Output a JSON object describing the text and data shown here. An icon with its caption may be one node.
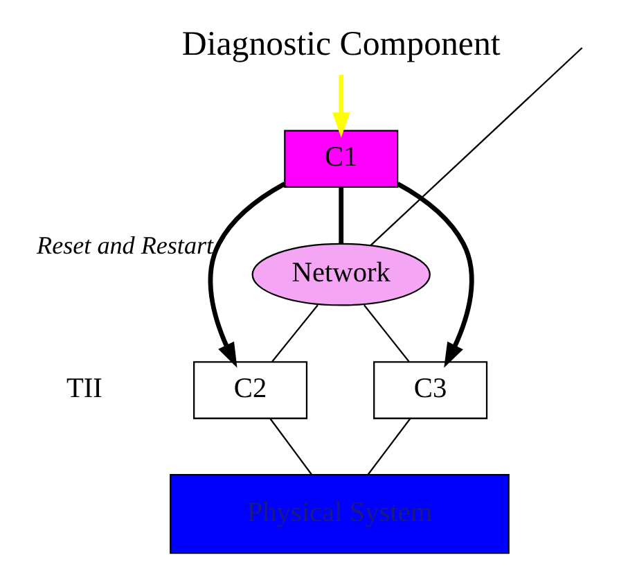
{
  "diagram": {
    "nodes": [
      {
        "text": [
          "Diagnostic Component"
        ]
      },
      {
        "text": [
          "C1"
        ]
      },
      {
        "text": [
          "Network"
        ]
      },
      {
        "text": [
          "C2"
        ]
      },
      {
        "text": [
          "C3"
        ]
      },
      {
        "text": [
          "Physical System"
        ]
      }
    ],
    "edges": [
      {
        "from": 0,
        "to": 1,
        "arrow": "to",
        "style": "thick",
        "color": "#ffff00"
      },
      {
        "from": 1,
        "to": 3,
        "arrow": "to",
        "style": "thick",
        "label": "Reset and Restart"
      },
      {
        "from": 1,
        "to": 4,
        "arrow": "to",
        "style": "thick"
      },
      {
        "from": 1,
        "to": 2,
        "arrow": "none",
        "style": "thick"
      },
      {
        "from": 2,
        "to": 3,
        "arrow": "none"
      },
      {
        "from": 2,
        "to": 4,
        "arrow": "none"
      },
      {
        "from": 2,
        "to": null,
        "arrow": "none"
      },
      {
        "from": 3,
        "to": 5,
        "arrow": "none"
      },
      {
        "from": 4,
        "to": 5,
        "arrow": "none"
      }
    ],
    "labels": [
      "TII"
    ]
  }
}
